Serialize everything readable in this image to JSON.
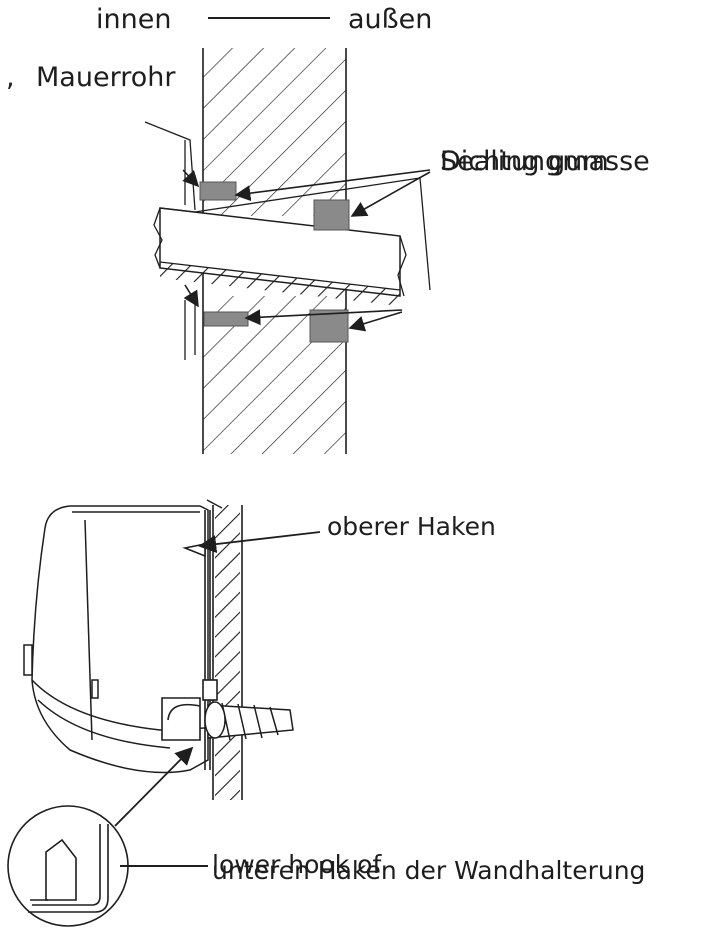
{
  "top_diagram": {
    "label_inside": "innen",
    "label_outside": "außen",
    "label_pipe": "Mauerrohr",
    "label_margin_mark": ",",
    "label_sealing_de": "Dichtungmasse",
    "label_sealing_en": "Sealing gum"
  },
  "bottom_diagram": {
    "label_upper_hook": "oberer Haken",
    "label_lower_hook_en": "lower hook of",
    "label_lower_hook_de": "unteren Haken der Wandhalterung"
  },
  "colors": {
    "line": "#1e1e1e",
    "sealant_fill": "#8a8a8a",
    "background": "#ffffff"
  }
}
